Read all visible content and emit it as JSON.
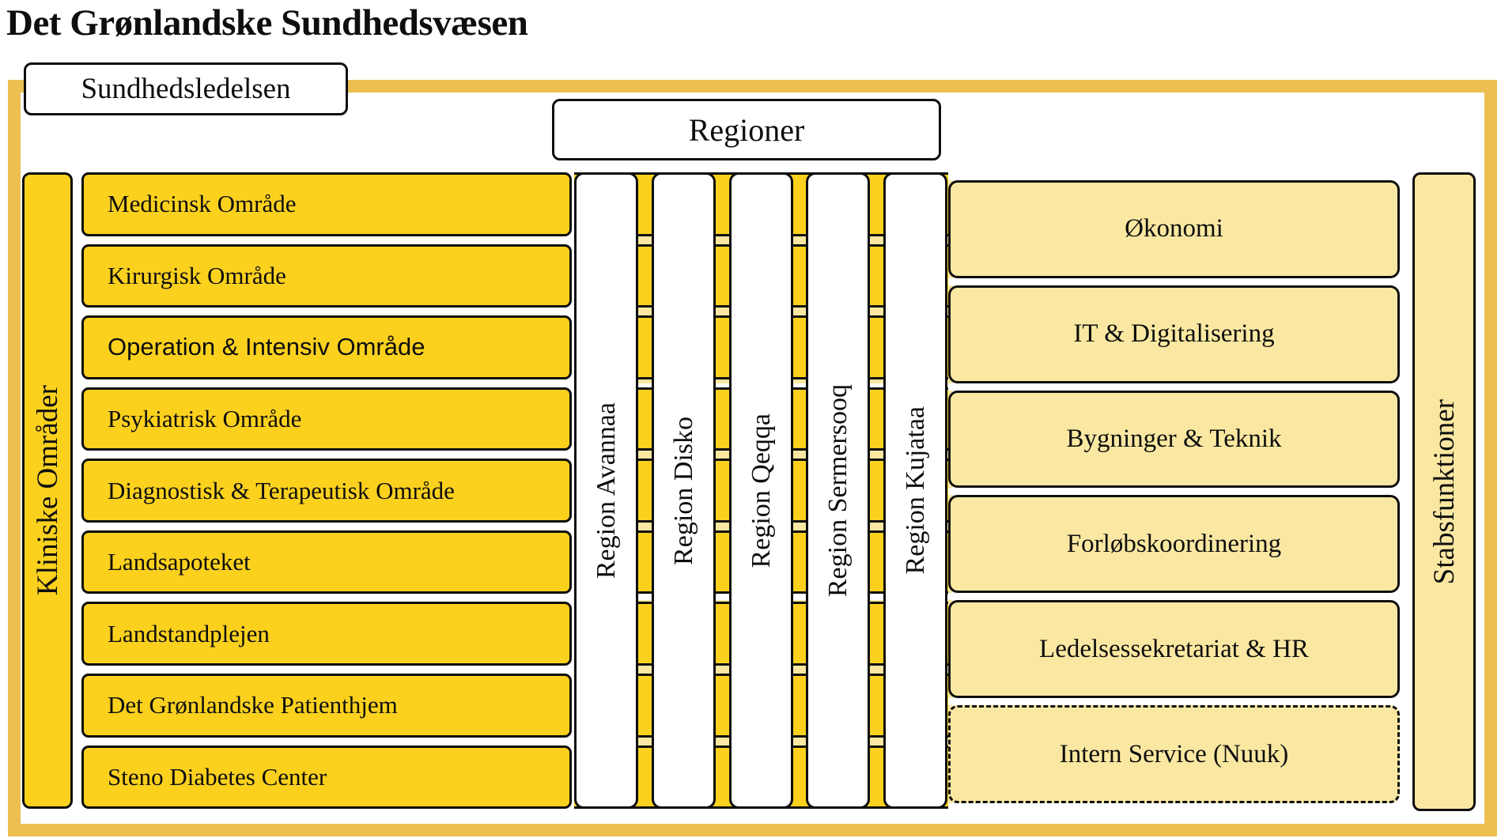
{
  "title": "Det Grønlandske Sundhedsvæsen",
  "leadership": {
    "label": "Sundhedsledelsen"
  },
  "regions_header": {
    "label": "Regioner"
  },
  "clinical": {
    "bar_label": "Kliniske Områder",
    "items": [
      {
        "label": "Medicinsk Område",
        "sans": false
      },
      {
        "label": "Kirurgisk Område",
        "sans": false
      },
      {
        "label": "Operation & Intensiv Område",
        "sans": true
      },
      {
        "label": "Psykiatrisk Område",
        "sans": false
      },
      {
        "label": "Diagnostisk & Terapeutisk Område",
        "sans": false
      },
      {
        "label": "Landsapoteket",
        "sans": false
      },
      {
        "label": "Landstandplejen",
        "sans": false
      },
      {
        "label": "Det Grønlandske Patienthjem",
        "sans": false
      },
      {
        "label": "Steno Diabetes Center",
        "sans": false
      }
    ]
  },
  "regions": {
    "columns": [
      {
        "label": "Region Avannaa"
      },
      {
        "label": "Region Disko"
      },
      {
        "label": "Region Qeqqa"
      },
      {
        "label": "Region Sermersooq"
      },
      {
        "label": "Region Kujataa"
      }
    ]
  },
  "staff": {
    "bar_label": "Stabsfunktioner",
    "items": [
      {
        "label": "Økonomi",
        "dashed": false
      },
      {
        "label": "IT & Digitalisering",
        "dashed": false
      },
      {
        "label": "Bygninger & Teknik",
        "dashed": false
      },
      {
        "label": "Forløbskoordinering",
        "dashed": false
      },
      {
        "label": "Ledelsessekretariat & HR",
        "dashed": false
      },
      {
        "label": "Intern Service (Nuuk)",
        "dashed": true
      }
    ]
  },
  "colors": {
    "box_yellow": "#FBD11E",
    "box_cream": "#FAE8A2",
    "frame_orange": "#EBBF50",
    "border_ink": "#0E0E0E",
    "background": "#FFFFFF"
  }
}
